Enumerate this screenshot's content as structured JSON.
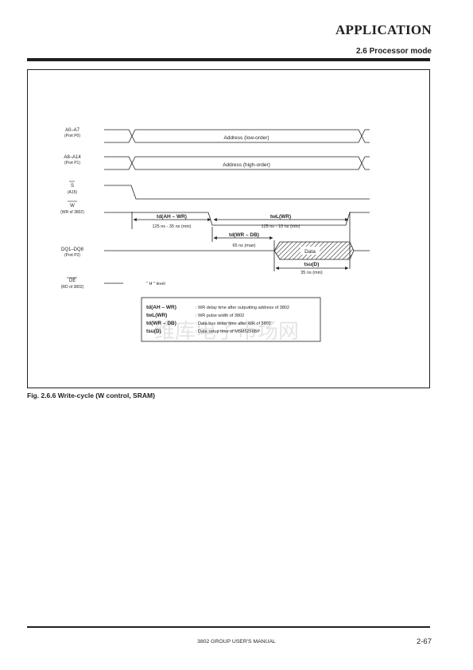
{
  "header": {
    "title": "APPLICATION",
    "section": "2.6 Processor mode"
  },
  "diagram": {
    "signals": [
      {
        "name": "A0–A7",
        "sub": "(Port P0)",
        "content": "Address (low-order)"
      },
      {
        "name": "A8–A14",
        "sub": "(Port P1)",
        "content": "Address (high-order)"
      },
      {
        "name": "S",
        "sub": "(A15)"
      },
      {
        "name": "W",
        "sub": "(WR of 3802)"
      },
      {
        "name": "DQ1–DQ8",
        "sub": "(Port P2)",
        "content": "Data"
      },
      {
        "name": "OE",
        "sub": "(RD of 3802)",
        "note": "\" H \" level"
      }
    ],
    "timings": [
      {
        "label": "td(AH – WR)",
        "value": "125 ns - 35 ns (min)"
      },
      {
        "label": "twL(WR)",
        "value": "125 ns - 10 ns (min)"
      },
      {
        "label": "td(WR – DB)",
        "value": "65 ns (max)"
      },
      {
        "label": "tsu(D)",
        "value": "35 ns (min)"
      }
    ],
    "legend": [
      {
        "term": "td(AH – WR)",
        "desc": ": WR delay time after outputting address of 3802"
      },
      {
        "term": "twL(WR)",
        "desc": ": WR pulse width of 3802"
      },
      {
        "term": "td(WR – DB)",
        "desc": ": Data bus delay time after WR of 3802"
      },
      {
        "term": "tsu(D)",
        "desc": ": Data setup time of M5M5256BP"
      }
    ],
    "watermark": "维库电子市场网"
  },
  "caption": "Fig. 2.6.6 Write-cycle (W control, SRAM)",
  "footer": {
    "manual": "3802 GROUP USER'S MANUAL",
    "page": "2-67"
  }
}
